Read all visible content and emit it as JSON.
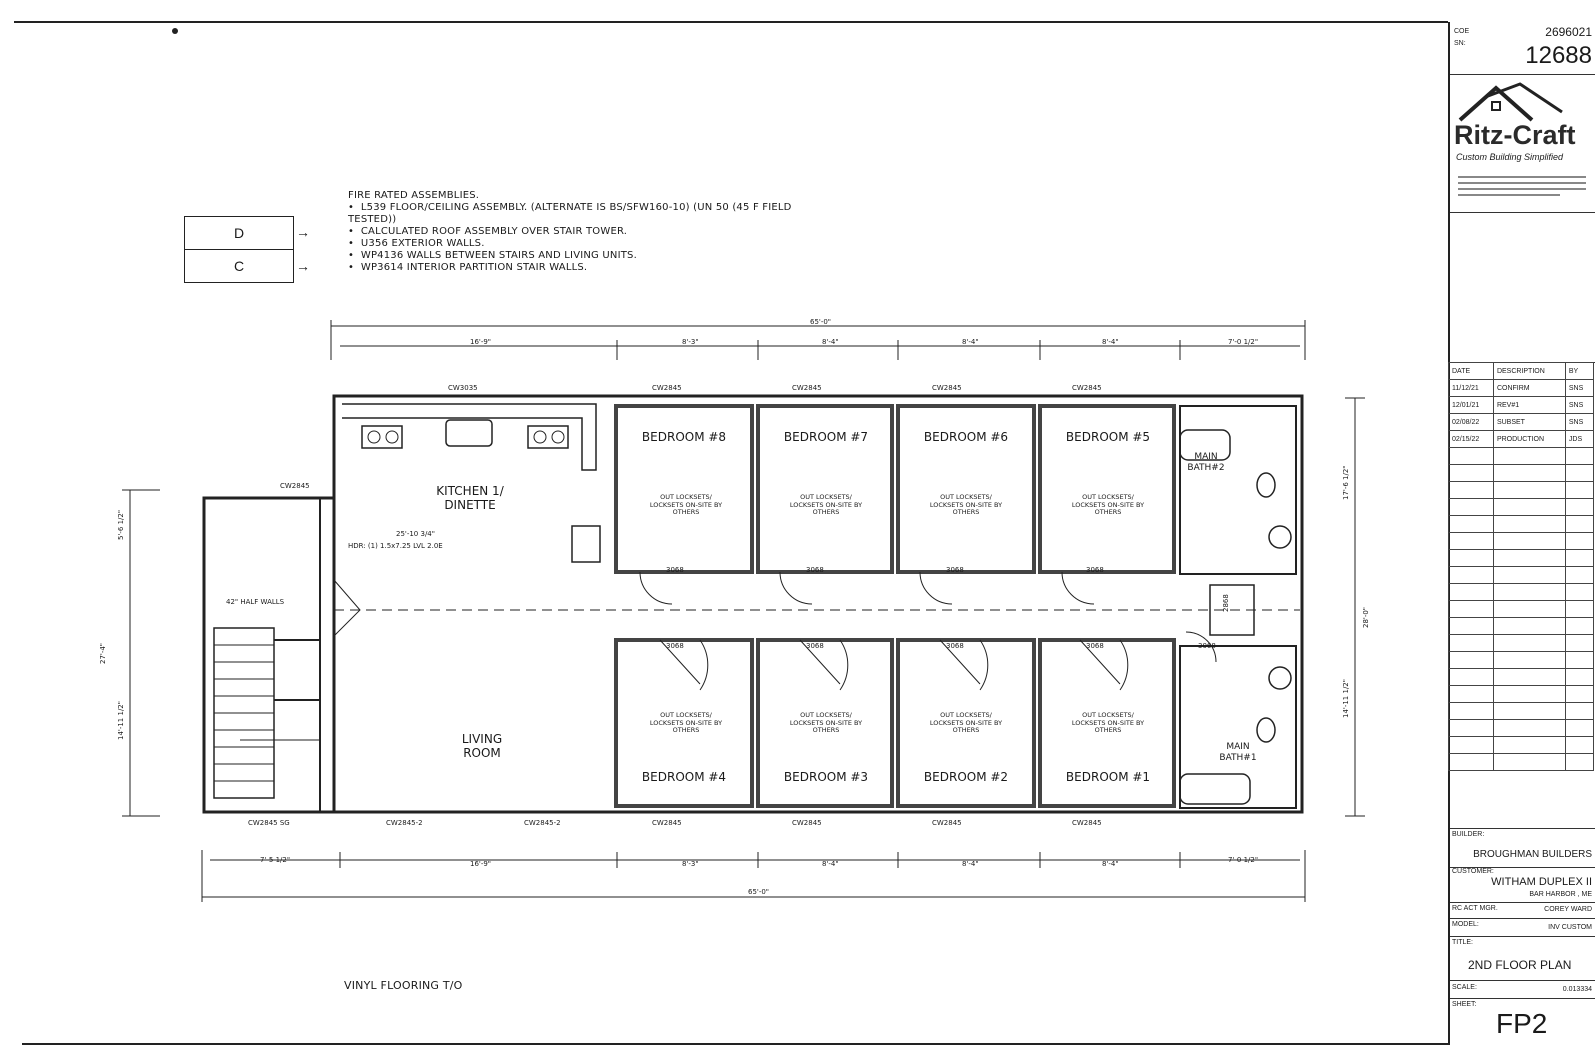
{
  "title_block": {
    "coe_label": "COE",
    "coe_value": "2696021",
    "sn_label": "SN:",
    "sn_value": "12688",
    "brand": "Ritz-Craft",
    "tagline": "Custom Building Simplified",
    "revisions_header": {
      "date": "DATE",
      "description": "DESCRIPTION",
      "by": "BY"
    },
    "revisions": [
      {
        "date": "11/12/21",
        "description": "CONFIRM",
        "by": "SNS"
      },
      {
        "date": "12/01/21",
        "description": "REV#1",
        "by": "SNS"
      },
      {
        "date": "02/08/22",
        "description": "SUBSET",
        "by": "SNS"
      },
      {
        "date": "02/15/22",
        "description": "PRODUCTION",
        "by": "JDS"
      }
    ],
    "builder_label": "BUILDER:",
    "builder": "BROUGHMAN BUILDERS",
    "customer_label": "CUSTOMER:",
    "customer": "WITHAM DUPLEX II",
    "location": "BAR HARBOR , ME",
    "rcact_label": "RC ACT MGR.",
    "rcact": "COREY WARD",
    "model_label": "MODEL:",
    "model": "INV CUSTOM",
    "title_label": "TITLE:",
    "title": "2ND FLOOR PLAN",
    "scale_label": "SCALE:",
    "scale": "0.013334",
    "sheet_label": "SHEET:",
    "sheet": "FP2"
  },
  "legend": {
    "box_d": "D",
    "box_c": "C",
    "heading": "FIRE RATED ASSEMBLIES.",
    "items": [
      "L539 FLOOR/CEILING ASSEMBLY. (ALTERNATE IS BS/SFW160-10) (UN 50 (45 F FIELD TESTED))",
      "CALCULATED ROOF ASSEMBLY OVER STAIR TOWER.",
      "U356 EXTERIOR WALLS.",
      "WP4136 WALLS BETWEEN STAIRS AND LIVING UNITS.",
      "WP3614 INTERIOR PARTITION STAIR WALLS."
    ]
  },
  "plan": {
    "overall_dim_top": "65'-0\"",
    "overall_dim_bottom": "65'-0\"",
    "top_dims": [
      "16'-9\"",
      "8'-3\"",
      "8'-4\"",
      "8'-4\"",
      "8'-4\"",
      "7'-0 1/2\""
    ],
    "bottom_dims": [
      "7'-5 1/2\"",
      "16'-9\"",
      "8'-3\"",
      "8'-4\"",
      "8'-4\"",
      "8'-4\"",
      "7'-0 1/2\""
    ],
    "kitchen": "KITCHEN 1/ DINETTE",
    "living": "LIVING ROOM",
    "bedrooms_top": [
      "BEDROOM #8",
      "BEDROOM #7",
      "BEDROOM #6",
      "BEDROOM #5"
    ],
    "bedrooms_bottom": [
      "BEDROOM #4",
      "BEDROOM #3",
      "BEDROOM #2",
      "BEDROOM #1"
    ],
    "bath2": "MAIN BATH#2",
    "bath1": "MAIN BATH#1",
    "lockset_note": "OUT LOCKSETS/ LOCKSETS ON-SITE BY OTHERS",
    "door_label": "3068",
    "closet_door": "2868",
    "window_top": [
      "CW3035",
      "CW2845",
      "CW2845",
      "CW2845",
      "CW2845"
    ],
    "window_bottom": [
      "CW2845 SG",
      "CW2845-2",
      "CW2845-2",
      "CW2845",
      "CW2845",
      "CW2845",
      "CW2845"
    ],
    "stair_window": "CW2845",
    "half_walls": "42\" HALF WALLS",
    "hdr_note": "HDR: (1) 1.5x7.25 LVL 2.0E",
    "kitchen_span": "25'-10 3/4\"",
    "side_dims_left": [
      "5'-6 1/2\"",
      "14'-11 1/2\"",
      "27'-4\""
    ],
    "side_dims_right": [
      "17'-6 1/2\"",
      "28'-0\"",
      "14'-11 1/2\""
    ],
    "vinyl_note": "VINYL FLOORING T/O"
  },
  "colors": {
    "ink": "#1a1a1a",
    "brand": "#2b2b2b"
  }
}
